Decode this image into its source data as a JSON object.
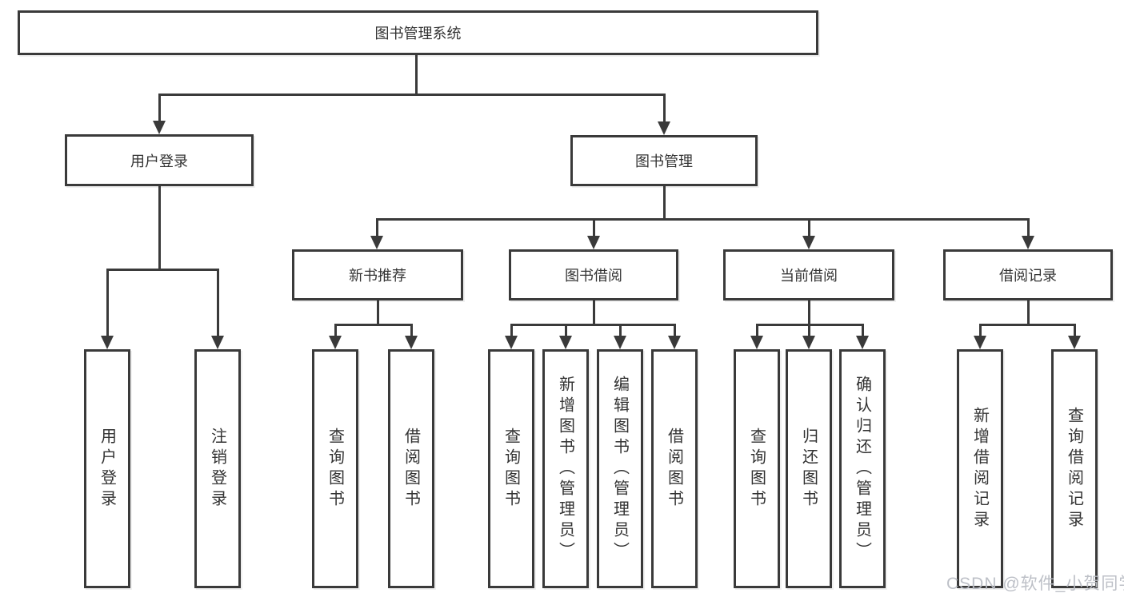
{
  "tree": {
    "root": {
      "label": "图书管理系统",
      "children": [
        {
          "label": "用户登录",
          "children": [
            {
              "label": "用户登录"
            },
            {
              "label": "注销登录"
            }
          ]
        },
        {
          "label": "图书管理",
          "children": [
            {
              "label": "新书推荐",
              "children": [
                {
                  "label": "查询图书"
                },
                {
                  "label": "借阅图书"
                }
              ]
            },
            {
              "label": "图书借阅",
              "children": [
                {
                  "label": "查询图书"
                },
                {
                  "label": "新增图书（管理员）"
                },
                {
                  "label": "编辑图书（管理员）"
                },
                {
                  "label": "借阅图书"
                }
              ]
            },
            {
              "label": "当前借阅",
              "children": [
                {
                  "label": "查询图书"
                },
                {
                  "label": "归还图书"
                },
                {
                  "label": "确认归还（管理员）"
                }
              ]
            },
            {
              "label": "借阅记录",
              "children": [
                {
                  "label": "新增借阅记录"
                },
                {
                  "label": "查询借阅记录"
                }
              ]
            }
          ]
        }
      ]
    }
  },
  "watermark": "CSDN @软件_小贺同学",
  "colors": {
    "line": "#3a3a3a",
    "text": "#333333",
    "background": "#ffffff",
    "watermark": "#b9bdc4"
  }
}
